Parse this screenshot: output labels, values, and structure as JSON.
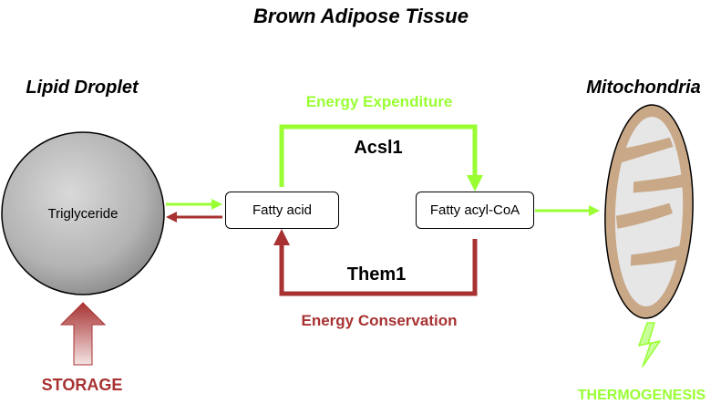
{
  "title": "Brown Adipose Tissue",
  "lipid_droplet": {
    "heading": "Lipid Droplet",
    "content": "Triglyceride"
  },
  "mitochondria": {
    "heading": "Mitochondria"
  },
  "nodes": {
    "fatty_acid": "Fatty acid",
    "fatty_acyl_coa": "Fatty acyl-CoA"
  },
  "pathways": {
    "top": {
      "label": "Energy Expenditure",
      "enzyme": "Acsl1"
    },
    "bottom": {
      "label": "Energy Conservation",
      "enzyme": "Them1"
    }
  },
  "outcomes": {
    "storage": "STORAGE",
    "thermogenesis": "THERMOGENESIS"
  },
  "colors": {
    "green": "#99FF33",
    "red": "#A83232",
    "membrane": "#C8A887",
    "cristae": "#E6E6E6"
  }
}
